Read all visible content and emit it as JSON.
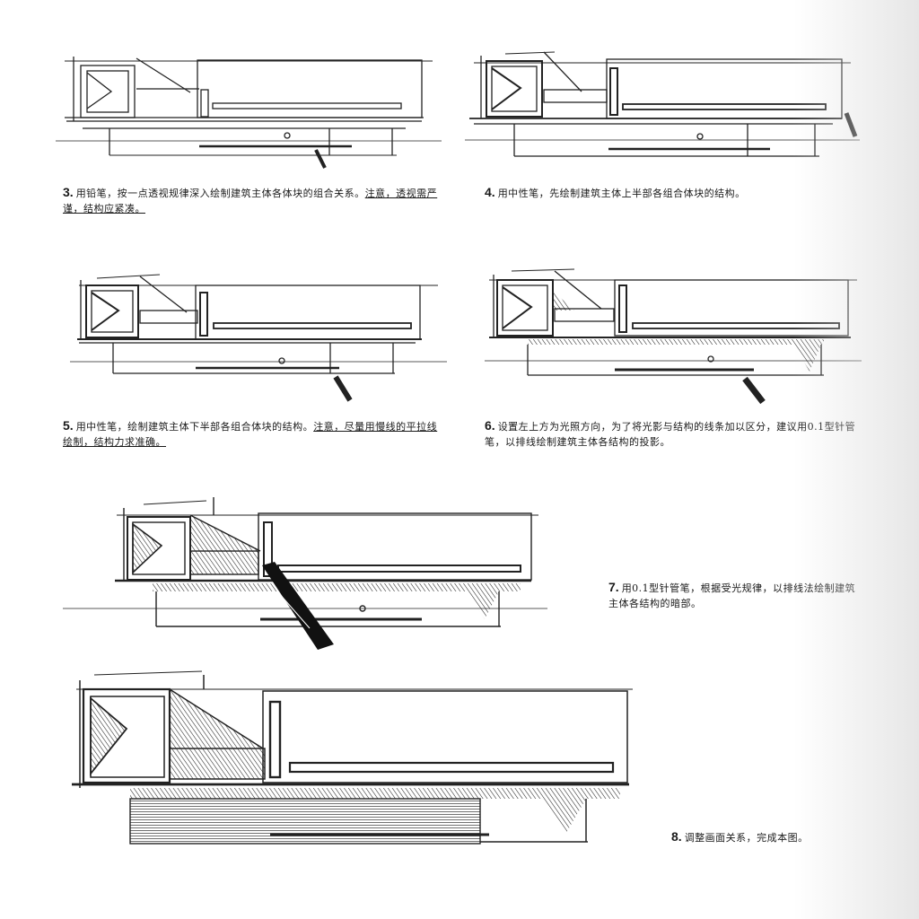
{
  "steps": [
    {
      "num": "3.",
      "text": "用铅笔，按一点透视规律深入绘制建筑主体各体块的组合关系。",
      "text_u": "注意，透视需严谨，结构应紧凑。"
    },
    {
      "num": "4.",
      "text": "用中性笔，先绘制建筑主体上半部各组合体块的结构。"
    },
    {
      "num": "5.",
      "text": "用中性笔，绘制建筑主体下半部各组合体块的结构。",
      "text_u": "注意，尽量用慢线的平拉线绘制，结构力求准确。"
    },
    {
      "num": "6.",
      "text": "设置左上方为光照方向，为了将光影与结构的线条加以区分，建议用0.1型针管笔，以排线绘制建筑主体各结构的投影。"
    },
    {
      "num": "7.",
      "text": "用0.1型针管笔，根据受光规律，以排线法绘制建筑主体各结构的暗部。"
    },
    {
      "num": "8.",
      "text": "调整画面关系，完成本图。"
    }
  ],
  "pen_label": "0.1",
  "colors": {
    "ink": "#1a1a1a",
    "paper": "#ffffff"
  }
}
